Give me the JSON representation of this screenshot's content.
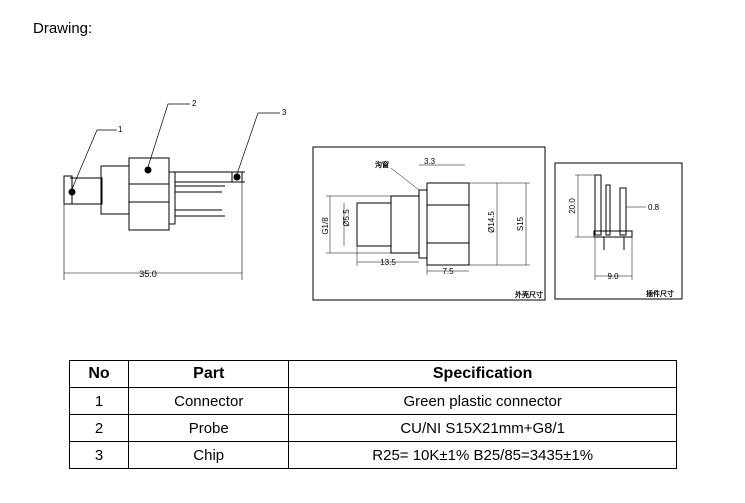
{
  "heading": "Drawing:",
  "callouts": [
    "1",
    "2",
    "3"
  ],
  "left_view": {
    "length": "35.0"
  },
  "mid_view": {
    "label_chinese": "沟窗",
    "dims": {
      "d33": "3.3",
      "g18": "G1/8",
      "d55": "Ø5.5",
      "d135": "13.5",
      "d75": "7.5",
      "d145": "Ø14.5",
      "s15": "S15"
    },
    "caption": "外壳尺寸"
  },
  "right_view": {
    "height": "20.0",
    "pin": "0.8",
    "width": "9.0",
    "caption": "插件尺寸"
  },
  "table": {
    "headers": [
      "No",
      "Part",
      "Specification"
    ],
    "rows": [
      {
        "no": "1",
        "part": "Connector",
        "spec": "Green plastic connector"
      },
      {
        "no": "2",
        "part": "Probe",
        "spec": "CU/NI S15X21mm+G8/1"
      },
      {
        "no": "3",
        "part": "Chip",
        "spec": "R25= 10K±1%    B25/85=3435±1%"
      }
    ]
  }
}
